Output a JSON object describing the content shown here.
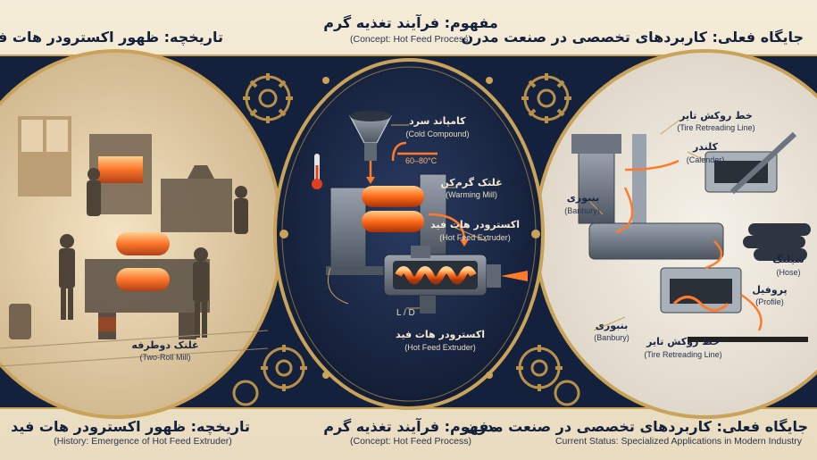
{
  "top_titles": {
    "left": {
      "fa": "تاریخچه: ظهور اکسترودر هات فید"
    },
    "center": {
      "fa": "مفهوم: فرآیند تغذیه گرم",
      "en": "(Concept: Hot Feed Process)"
    },
    "right": {
      "fa": "جایگاه فعلی: کاربردهای تخصصی در صنعت مدرن"
    }
  },
  "bottom_titles": {
    "left": {
      "fa": "تاریخچه: ظهور اکسترودر هات فید",
      "en": "(History: Emergence of Hot Feed Extruder)"
    },
    "center": {
      "fa": "مفهوم: فرآیند تغذیه گرم",
      "en": "(Concept: Hot Feed Process)"
    },
    "right": {
      "fa": "جایگاه فعلی: کاربردهای تخصصی در صنعت مدرن",
      "en": "Current Status: Specialized Applications in Modern Industry"
    }
  },
  "left_panel": {
    "two_roll_mill": {
      "fa": "غلتک دوطرفه",
      "en": "(Two-Roll Mill)"
    }
  },
  "center_panel": {
    "cold_compound": {
      "fa": "کامپاند سرد",
      "en": "(Cold Compound)"
    },
    "temperature": "60–80°C",
    "warming_mill": {
      "fa": "غلتک گرم‌کن",
      "en": "(Warming Mill)"
    },
    "hot_feed_extruder_upper": {
      "fa": "اکسترودر هات فید",
      "en": "(Hot Feed Extruder)"
    },
    "ld_label": "L / D",
    "hot_feed_extruder_lower": {
      "fa": "اکسترودر هات فید",
      "en": "(Hot Feed Extruder)"
    }
  },
  "right_panel": {
    "tire_retreading_top": {
      "fa": "خط روکش تایر",
      "en": "(Tire Retreading Line)"
    },
    "calender": {
      "fa": "کلندر",
      "en": "(Calender)"
    },
    "banbury_upper": {
      "fa": "بنبوری",
      "en": "(Banbury)"
    },
    "hose": {
      "fa": "شیلنگ",
      "en": "(Hose)"
    },
    "profile": {
      "fa": "پروفیل",
      "en": "(Profile)"
    },
    "banbury_lower": {
      "fa": "بنبوری",
      "en": "(Banbury)"
    },
    "tire_retreading_bottom": {
      "fa": "خط روکش تایر",
      "en": "(Tire Retreading Line)"
    }
  },
  "colors": {
    "navy": "#1c2a4a",
    "gold": "#c9a35a",
    "hot_orange": "#ff7a2a",
    "parchment": "#efe6cf"
  }
}
